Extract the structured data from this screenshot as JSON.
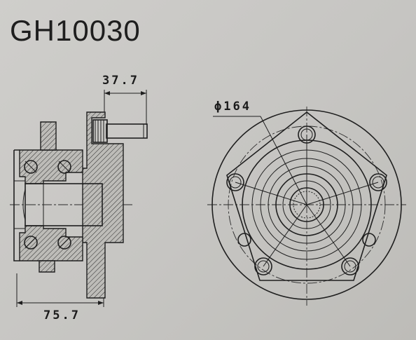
{
  "title": "GH10030",
  "dimensions": {
    "stud_length": "37.7",
    "hub_width": "75.7",
    "flange_diameter": "ϕ164"
  },
  "views": {
    "side_view": "side-section",
    "front_view": "flange-face"
  },
  "colors": {
    "paper": "#c9c8c6",
    "ink": "#1f1f1f"
  }
}
